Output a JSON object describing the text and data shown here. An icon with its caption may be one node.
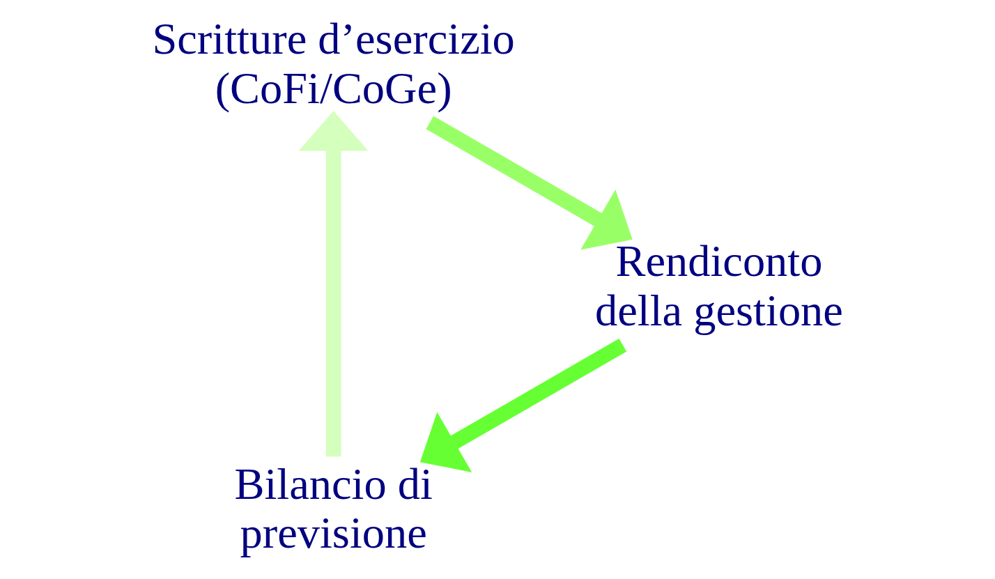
{
  "diagram": {
    "nodes": [
      {
        "text": [
          "Bilancio di previsione"
        ]
      },
      {
        "text": [
          "Scritture d’esercizio (CoFi/CoGe)"
        ]
      },
      {
        "text": [
          "Rendiconto della gestione"
        ]
      }
    ],
    "edges": [
      {
        "from": 0,
        "to": 1,
        "arrow": "to",
        "color": "#d4ffbc"
      },
      {
        "from": 1,
        "to": 2,
        "arrow": "to",
        "color": "#99ff66"
      },
      {
        "from": 2,
        "to": 0,
        "arrow": "to",
        "color": "#66ff33"
      }
    ]
  }
}
